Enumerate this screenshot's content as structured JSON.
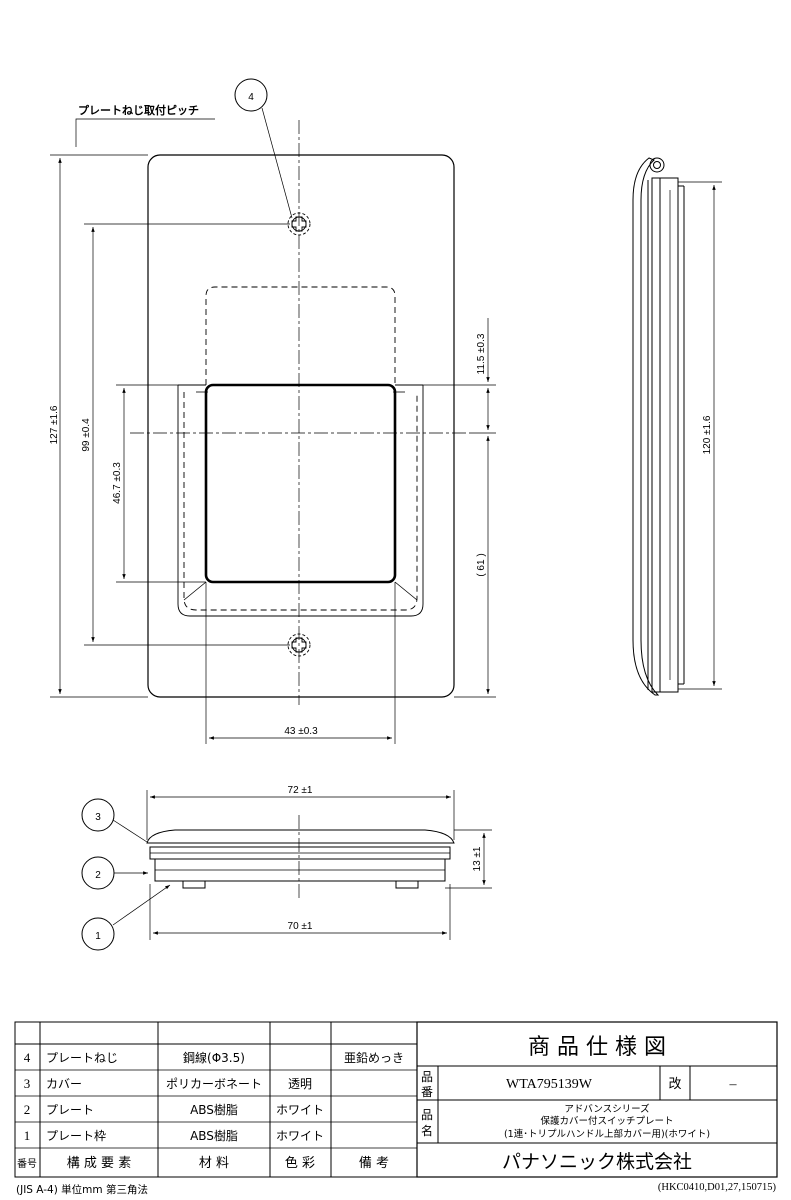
{
  "drawing": {
    "pitch_label": "プレートねじ取付ピッチ",
    "callouts": [
      "4",
      "3",
      "2",
      "1"
    ],
    "dimensions": {
      "height_127": "127 ±1.6",
      "pitch_99": "99 ±0.4",
      "window_46_7": "46.7 ±0.3",
      "offset_11_5": "11.5 ±0.3",
      "ref_61": "( 61 )",
      "width_43": "43 ±0.3",
      "side_120": "120 ±1.6",
      "top_72": "72 ±1",
      "bottom_70": "70 ±1",
      "thick_13": "13 ±1"
    }
  },
  "parts_table": {
    "header": {
      "no": "番号",
      "component": "構 成 要 素",
      "material": "材 料",
      "color": "色 彩",
      "remarks": "備 考"
    },
    "rows": [
      {
        "no": "4",
        "name": "プレートねじ",
        "material": "鋼線(Φ3.5)",
        "color": "",
        "remarks": "亜鉛めっき"
      },
      {
        "no": "3",
        "name": "カバー",
        "material": "ポリカーボネート",
        "color": "透明",
        "remarks": ""
      },
      {
        "no": "2",
        "name": "プレート",
        "material": "ABS樹脂",
        "color": "ホワイト",
        "remarks": ""
      },
      {
        "no": "1",
        "name": "プレート枠",
        "material": "ABS樹脂",
        "color": "ホワイト",
        "remarks": ""
      }
    ]
  },
  "title_block": {
    "title": "商 品 仕 様 図",
    "hinban_label_1": "品",
    "hinban_label_2": "番",
    "part_number": "WTA795139W",
    "revision_label": "改",
    "revision_value": "–",
    "hinmei_label_1": "品",
    "hinmei_label_2": "名",
    "name_line1": "アドバンスシリーズ",
    "name_line2": "保護カバー付スイッチプレート",
    "name_line3": "(1連･トリプルハンドル上部カバー用)(ホワイト)",
    "company": "パナソニック株式会社"
  },
  "footer": {
    "left": "(JIS A-4)  単位mm  第三角法",
    "right": "(HKC0410,D01,27,150715)"
  }
}
